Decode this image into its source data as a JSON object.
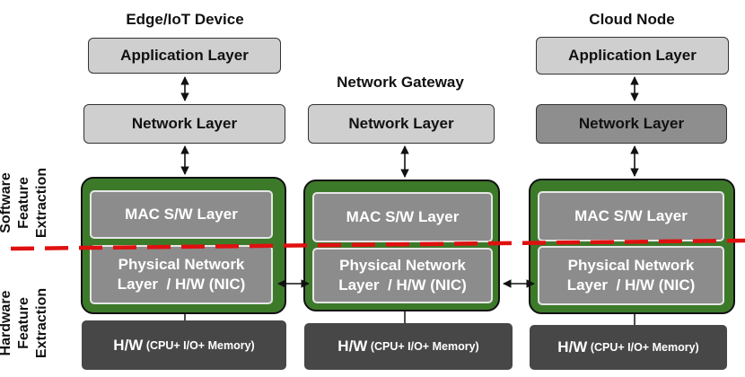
{
  "side_labels": {
    "software": [
      "Software",
      "Feature",
      "Extraction"
    ],
    "hardware": [
      "Hardware",
      "Feature",
      "Extraction"
    ]
  },
  "columns": [
    {
      "title": "Edge/IoT Device",
      "app_layer": "Application Layer",
      "network_layer": "Network Layer",
      "mac_layer": "MAC S/W Layer",
      "phy_layer": [
        "Physical Network",
        "Layer  / H/W (NIC)"
      ],
      "hw_main": "H/W",
      "hw_detail": " (CPU+ I/O+ Memory)"
    },
    {
      "title": "Network Gateway",
      "network_layer": "Network Layer",
      "mac_layer": "MAC S/W Layer",
      "phy_layer": [
        "Physical Network",
        "Layer  / H/W (NIC)"
      ],
      "hw_main": "H/W",
      "hw_detail": " (CPU+ I/O+ Memory)"
    },
    {
      "title": "Cloud Node",
      "app_layer": "Application Layer",
      "network_layer": "Network Layer",
      "mac_layer": "MAC S/W Layer",
      "phy_layer": [
        "Physical Network",
        "Layer  / H/W (NIC)"
      ],
      "hw_main": "H/W",
      "hw_detail": " (CPU+ I/O+ Memory)"
    }
  ],
  "colors": {
    "layer_box": "#cfcfcf",
    "cloud_network_box": "#8e8e8e",
    "group_green": "#3c7a2a",
    "inner_gray": "#8c8c8c",
    "hw_box": "#474747",
    "divider_red": "#e01010"
  }
}
